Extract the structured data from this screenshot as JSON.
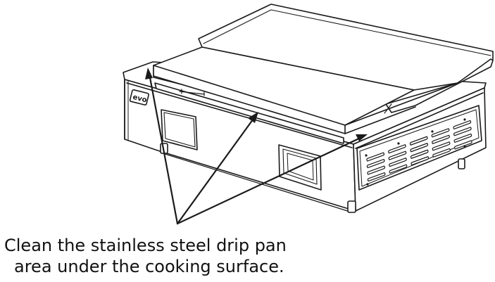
{
  "diagram": {
    "brand_label": "evo",
    "caption_line_1": "Clean the stainless steel drip pan",
    "caption_line_2": "area under the cooking surface."
  }
}
